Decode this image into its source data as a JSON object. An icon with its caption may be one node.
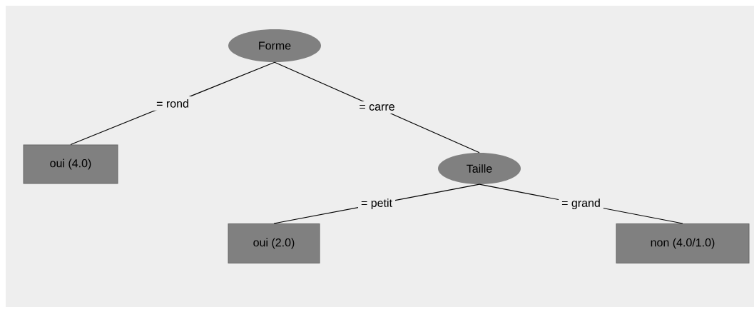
{
  "diagram": {
    "nodes": [
      {
        "text": [
          "Forme"
        ]
      },
      {
        "text": [
          "oui (4.0)"
        ]
      },
      {
        "text": [
          "Taille"
        ]
      },
      {
        "text": [
          "oui (2.0)"
        ]
      },
      {
        "text": [
          "non (4.0/1.0)"
        ]
      }
    ],
    "edges": [
      {
        "from": 0,
        "to": 1,
        "arrow": "none",
        "label": "= rond"
      },
      {
        "from": 0,
        "to": 2,
        "arrow": "none",
        "label": "= carre"
      },
      {
        "from": 2,
        "to": 3,
        "arrow": "none",
        "label": "= petit"
      },
      {
        "from": 2,
        "to": 4,
        "arrow": "none",
        "label": "= grand"
      }
    ]
  }
}
